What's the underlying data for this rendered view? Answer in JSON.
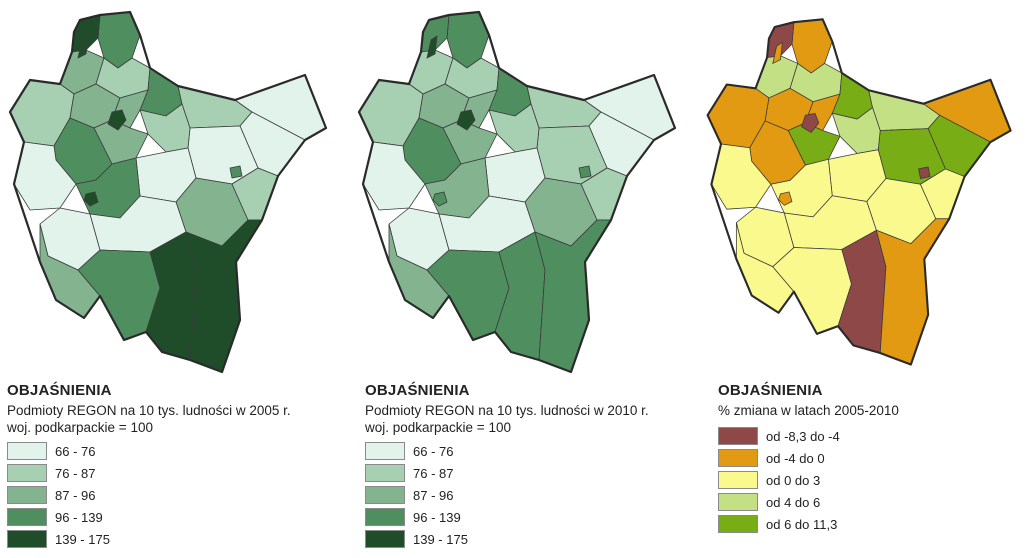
{
  "colors": {
    "green_scale": [
      "#e1f3eb",
      "#a7cfb2",
      "#84b390",
      "#4f8f5f",
      "#1f4d2a"
    ],
    "change_scale": [
      "#8e4848",
      "#e29a12",
      "#f9f98e",
      "#c3e184",
      "#79ad16"
    ]
  },
  "panels": [
    {
      "legend_title": "OBJAŚNIENIA",
      "legend_subtitle_1": "Podmioty REGON na 10 tys. ludności w 2005 r.",
      "legend_subtitle_2": "woj. podkarpackie = 100",
      "legend_items": [
        {
          "label": "66 - 76",
          "color": "#e1f3eb"
        },
        {
          "label": "76 - 87",
          "color": "#a7cfb2"
        },
        {
          "label": "87 - 96",
          "color": "#84b390"
        },
        {
          "label": "96 - 139",
          "color": "#4f8f5f"
        },
        {
          "label": "139 - 175",
          "color": "#1f4d2a"
        }
      ],
      "region_classes": [
        3,
        4,
        2,
        1,
        1,
        2,
        3,
        2,
        1,
        0,
        0,
        0,
        1,
        2,
        3,
        0,
        0,
        3,
        2,
        1,
        0,
        0,
        2,
        3,
        4,
        4
      ]
    },
    {
      "legend_title": "OBJAŚNIENIA",
      "legend_subtitle_1": "Podmioty REGON na 10 tys. ludności w 2010 r.",
      "legend_subtitle_2": "woj. podkarpackie = 100",
      "legend_items": [
        {
          "label": "66 - 76",
          "color": "#e1f3eb"
        },
        {
          "label": "76 - 87",
          "color": "#a7cfb2"
        },
        {
          "label": "87 - 96",
          "color": "#84b390"
        },
        {
          "label": "96 - 139",
          "color": "#4f8f5f"
        },
        {
          "label": "139 - 175",
          "color": "#1f4d2a"
        }
      ],
      "region_classes": [
        3,
        3,
        1,
        1,
        1,
        2,
        3,
        2,
        1,
        0,
        0,
        1,
        1,
        2,
        3,
        0,
        0,
        2,
        2,
        1,
        0,
        0,
        2,
        3,
        3,
        3
      ]
    },
    {
      "legend_title": "OBJAŚNIENIA",
      "legend_subtitle_1": "% zmiana w latach 2005-2010",
      "legend_subtitle_2": "",
      "legend_items": [
        {
          "label": "od -8,3 do -4",
          "color": "#8e4848"
        },
        {
          "label": "od -4 do 0",
          "color": "#e29a12"
        },
        {
          "label": "od 0 do 3",
          "color": "#f9f98e"
        },
        {
          "label": "od 4 do 6",
          "color": "#c3e184"
        },
        {
          "label": "od 6  do 11,3",
          "color": "#79ad16"
        }
      ],
      "region_classes": [
        1,
        0,
        3,
        3,
        1,
        1,
        4,
        1,
        3,
        1,
        4,
        4,
        3,
        4,
        1,
        2,
        2,
        2,
        2,
        2,
        2,
        2,
        2,
        2,
        0,
        1
      ]
    }
  ]
}
